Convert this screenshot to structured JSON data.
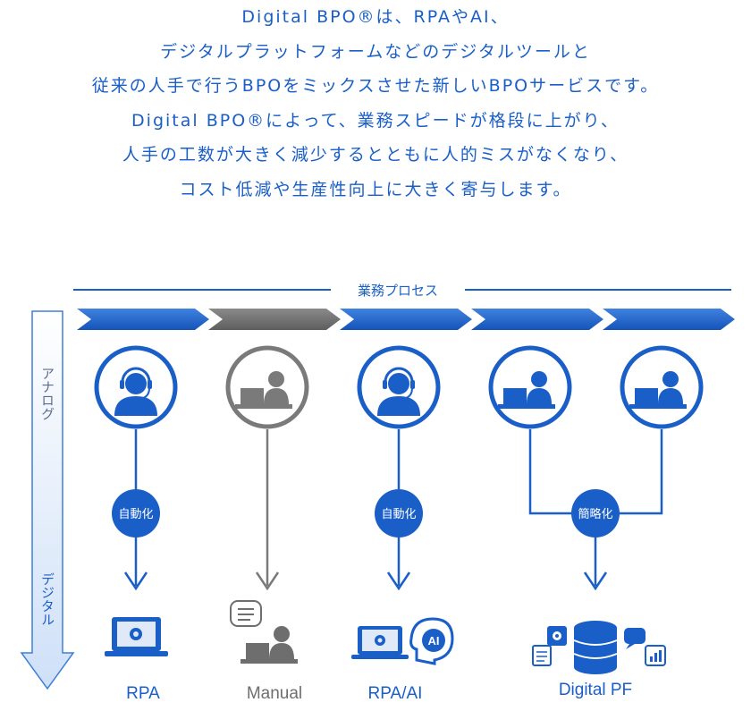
{
  "intro": {
    "lines": [
      "Digital BPO®は、RPAやAI、",
      "デジタルプラットフォームなどのデジタルツールと",
      "従来の人手で行うBPOをミックスさせた新しいBPOサービスです。",
      "Digital BPO®によって、業務スピードが格段に上がり、",
      "人手の工数が大きく減少するとともに人的ミスがなくなり、",
      "コスト低減や生産性向上に大きく寄与します。"
    ]
  },
  "process_label": "業務プロセス",
  "axis": {
    "top": "アナログ",
    "bottom": "デジタル"
  },
  "steps": {
    "automation_1": "自動化",
    "automation_2": "自動化",
    "simplify": "簡略化"
  },
  "outputs": {
    "rpa": "RPA",
    "manual": "Manual",
    "rpa_ai": "RPA/AI",
    "digital_pf": "Digital PF"
  },
  "ai_badge": "AI",
  "colors": {
    "blue": "#1a5fc8",
    "gray": "#7a7a7a",
    "light_blue": "#dfe9f8"
  }
}
